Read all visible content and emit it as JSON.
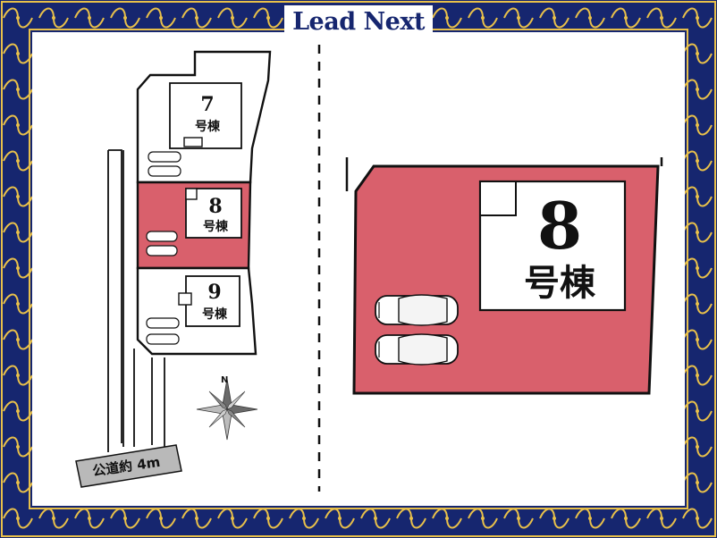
{
  "brand": "Lead Next",
  "site_plan": {
    "lots": [
      {
        "number": "7",
        "suffix": "号棟",
        "highlighted": false
      },
      {
        "number": "8",
        "suffix": "号棟",
        "highlighted": true
      },
      {
        "number": "9",
        "suffix": "号棟",
        "highlighted": false
      }
    ],
    "road_label": "公道約 4m",
    "compass_label": "N"
  },
  "detail": {
    "number": "8",
    "suffix": "号棟"
  },
  "colors": {
    "frame": "#16266f",
    "ornament": "#e8c04a",
    "highlight": "#d9606c",
    "road": "#b9b9b9"
  }
}
